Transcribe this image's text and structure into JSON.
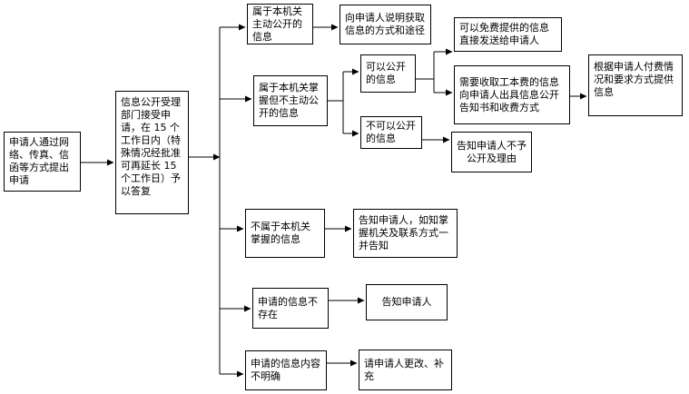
{
  "boxes": {
    "applicant": "申请人通过网络、传真、信函等方式提出申请",
    "dept": "信息公开受理部门接受申请，在 15 个工作日内（特殊情况经批准可再延长 15 个工作日）予以答复",
    "active_public": "属于本机关主动公开的信息",
    "explain_method": "向申请人说明获取信息的方式和途径",
    "held_not_active": "属于本机关掌握但不主动公开的信息",
    "can_public": "可以公开的信息",
    "free_provide": "可以免费提供的信息直接发送给申请人",
    "fee_notice": "需要收取工本费的信息向申请人出具信息公开告知书和收费方式",
    "provide_after_fee": "根据申请人付费情况和要求方式提供信息",
    "cannot_public": "不可以公开的信息",
    "notify_no_public": "告知申请人不予公开及理由",
    "not_held": "不属于本机关掌握的信息",
    "notify_other_org": "告知申请人，如知掌握机关及联系方式一并告知",
    "not_exist": "申请的信息不存在",
    "notify_applicant": "告知申请人",
    "unclear": "申请的信息内容不明确",
    "ask_revise": "请申请人更改、补充"
  }
}
